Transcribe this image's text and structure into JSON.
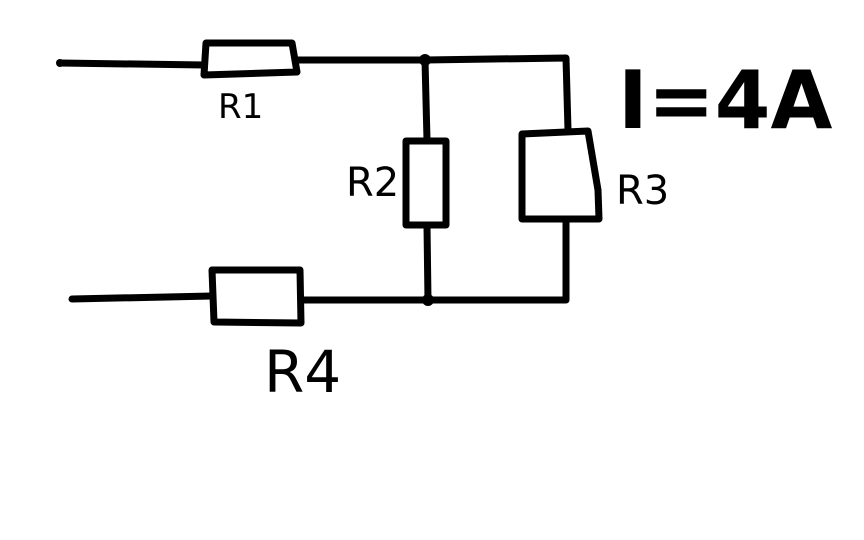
{
  "diagram": {
    "resistors": [
      {
        "id": "r1",
        "label": "R1"
      },
      {
        "id": "r2",
        "label": "R2"
      },
      {
        "id": "r3",
        "label": "R3"
      },
      {
        "id": "r4",
        "label": "R4"
      }
    ],
    "current_annotation": "I=4A",
    "stroke_color": "#000000",
    "background": "#ffffff"
  }
}
